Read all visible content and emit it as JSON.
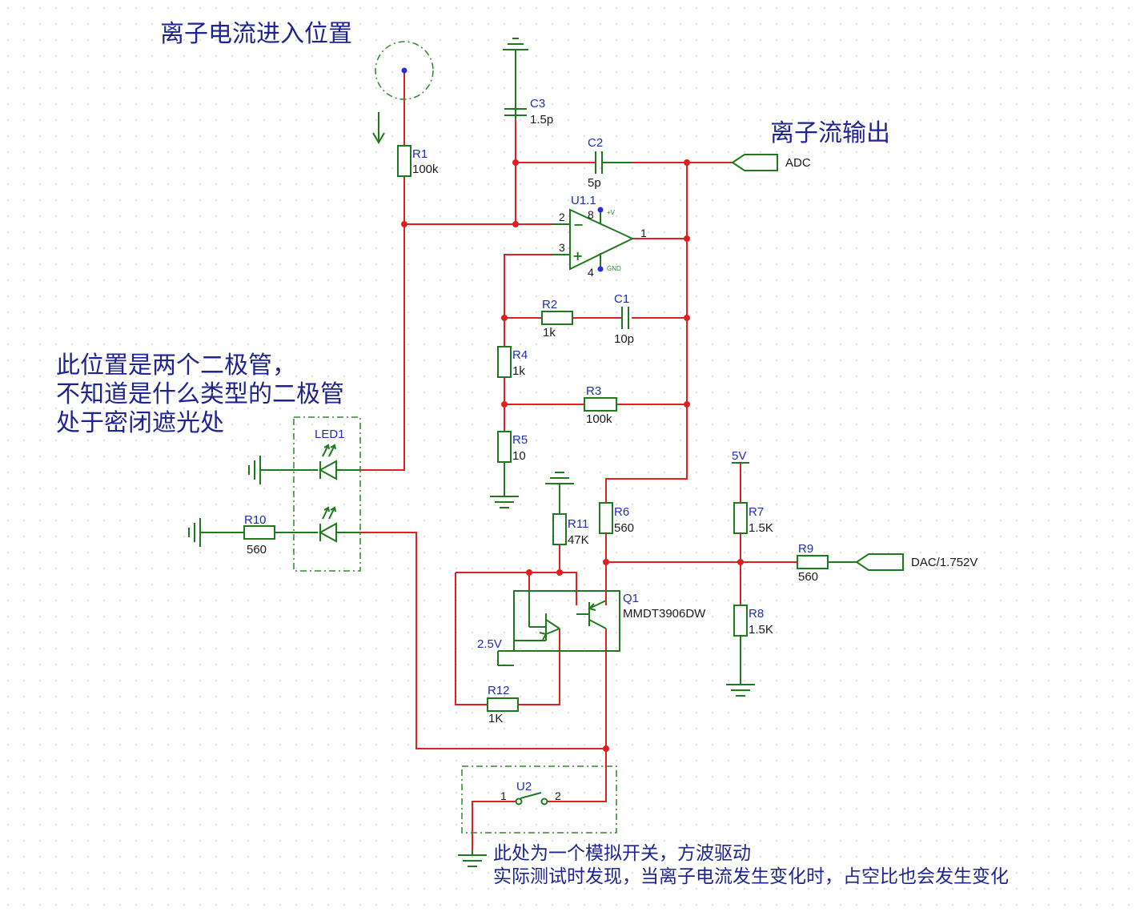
{
  "notes": {
    "ion_entry": "离子电流进入位置",
    "ion_output": "离子流输出",
    "diode_note": [
      "此位置是两个二极管，",
      "不知道是什么类型的二极管",
      "处于密闭遮光处"
    ],
    "switch_note": [
      "此处为一个模拟开关，方波驱动",
      "实际测试时发现，当离子电流发生变化时，占空比也会发生变化"
    ]
  },
  "components": {
    "R1": {
      "ref": "R1",
      "value": "100k"
    },
    "C3": {
      "ref": "C3",
      "value": "1.5p"
    },
    "C2": {
      "ref": "C2",
      "value": "5p"
    },
    "U1": {
      "ref": "U1.1",
      "pins": [
        "2",
        "3",
        "1",
        "8",
        "4"
      ],
      "vplus": "+V",
      "gnd": "GND",
      "minus": "−",
      "plus": "+"
    },
    "R2": {
      "ref": "R2",
      "value": "1k"
    },
    "C1": {
      "ref": "C1",
      "value": "10p"
    },
    "R4": {
      "ref": "R4",
      "value": "1k"
    },
    "R3": {
      "ref": "R3",
      "value": "100k"
    },
    "R5": {
      "ref": "R5",
      "value": "10"
    },
    "LED1": {
      "ref": "LED1"
    },
    "R10": {
      "ref": "R10",
      "value": "560"
    },
    "R11": {
      "ref": "R11",
      "value": "47K"
    },
    "R6": {
      "ref": "R6",
      "value": "560"
    },
    "Q1": {
      "ref": "Q1",
      "value": "MMDT3906DW"
    },
    "R12": {
      "ref": "R12",
      "value": "1K"
    },
    "R7": {
      "ref": "R7",
      "value": "1.5K"
    },
    "R8": {
      "ref": "R8",
      "value": "1.5K"
    },
    "R9": {
      "ref": "R9",
      "value": "560"
    },
    "U2": {
      "ref": "U2",
      "pin1": "1",
      "pin2": "2"
    }
  },
  "nets": {
    "adc": "ADC",
    "dac": "DAC/1.752V",
    "v5": "5V",
    "v25": "2.5V"
  }
}
